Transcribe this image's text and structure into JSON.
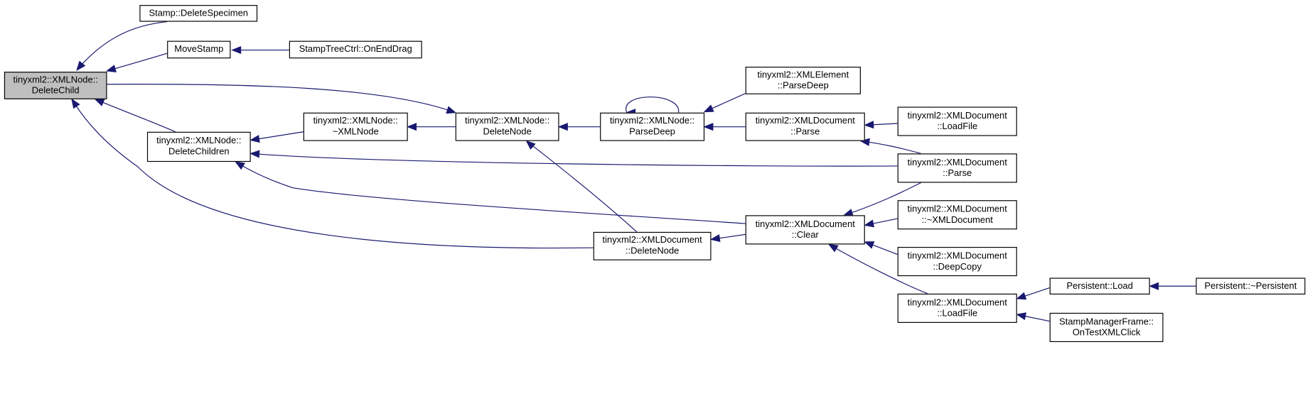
{
  "colors": {
    "edge": "#191970",
    "root_fill": "#bfbfbf",
    "node_fill": "#ffffff",
    "node_border": "#000000"
  },
  "nodes": {
    "delete_child": {
      "line1": "tinyxml2::XMLNode::",
      "line2": "DeleteChild"
    },
    "stamp_delete_specimen": {
      "line1": "Stamp::DeleteSpecimen",
      "line2": ""
    },
    "move_stamp": {
      "line1": "MoveStamp",
      "line2": ""
    },
    "stamp_tree_on_end_drag": {
      "line1": "StampTreeCtrl::OnEndDrag",
      "line2": ""
    },
    "delete_children": {
      "line1": "tinyxml2::XMLNode::",
      "line2": "DeleteChildren"
    },
    "xmlnode_destructor": {
      "line1": "tinyxml2::XMLNode::",
      "line2": "~XMLNode"
    },
    "delete_node": {
      "line1": "tinyxml2::XMLNode::",
      "line2": "DeleteNode"
    },
    "parse_deep": {
      "line1": "tinyxml2::XMLNode::",
      "line2": "ParseDeep"
    },
    "element_parse_deep": {
      "line1": "tinyxml2::XMLElement",
      "line2": "::ParseDeep"
    },
    "doc_parse_a": {
      "line1": "tinyxml2::XMLDocument",
      "line2": "::Parse"
    },
    "doc_load_file_a": {
      "line1": "tinyxml2::XMLDocument",
      "line2": "::LoadFile"
    },
    "doc_parse_b": {
      "line1": "tinyxml2::XMLDocument",
      "line2": "::Parse"
    },
    "doc_clear": {
      "line1": "tinyxml2::XMLDocument",
      "line2": "::Clear"
    },
    "doc_delete_node": {
      "line1": "tinyxml2::XMLDocument",
      "line2": "::DeleteNode"
    },
    "doc_destructor": {
      "line1": "tinyxml2::XMLDocument",
      "line2": "::~XMLDocument"
    },
    "doc_deep_copy": {
      "line1": "tinyxml2::XMLDocument",
      "line2": "::DeepCopy"
    },
    "doc_load_file_b": {
      "line1": "tinyxml2::XMLDocument",
      "line2": "::LoadFile"
    },
    "persistent_load": {
      "line1": "Persistent::Load",
      "line2": ""
    },
    "persistent_destructor": {
      "line1": "Persistent::~Persistent",
      "line2": ""
    },
    "on_test_xml_click": {
      "line1": "StampManagerFrame::",
      "line2": "OnTestXMLClick"
    }
  }
}
